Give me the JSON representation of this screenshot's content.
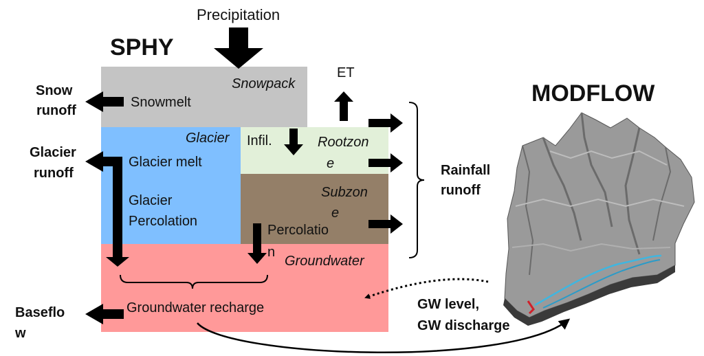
{
  "models": {
    "left": "SPHY",
    "right": "MODFLOW"
  },
  "inputs": {
    "precipitation": "Precipitation",
    "et": "ET"
  },
  "layers": {
    "snowpack": "Snowpack",
    "glacier": "Glacier",
    "rootzone_line1": "Rootzon",
    "rootzone_line2": "e",
    "subzone_line1": "Subzon",
    "subzone_line2": "e",
    "groundwater": "Groundwater"
  },
  "processes": {
    "snowmelt": "Snowmelt",
    "glacier_melt": "Glacier melt",
    "glacier_percolation_line1": "Glacier",
    "glacier_percolation_line2": "Percolation",
    "infiltration": "Infil.",
    "percolation_line1": "Percolatio",
    "percolation_line2": "n",
    "gw_recharge": "Groundwater recharge"
  },
  "outputs": {
    "snow_runoff_line1": "Snow",
    "snow_runoff_line2": "runoff",
    "glacier_runoff_line1": "Glacier",
    "glacier_runoff_line2": "runoff",
    "rainfall_runoff_line1": "Rainfall",
    "rainfall_runoff_line2": "runoff",
    "baseflow_line1": "Baseflo",
    "baseflow_line2": "w"
  },
  "coupling": {
    "gw_line1": "GW level,",
    "gw_line2": "GW discharge"
  },
  "colors": {
    "snowpack": "#c4c4c4",
    "glacier": "#7fbfff",
    "rootzone": "#e2f0d9",
    "subzone": "#947f68",
    "groundwater": "#ff9999",
    "arrow": "#000000",
    "terrain": "#9a9a9a",
    "river": "#3fb6e0",
    "outlet": "#d0202a"
  }
}
